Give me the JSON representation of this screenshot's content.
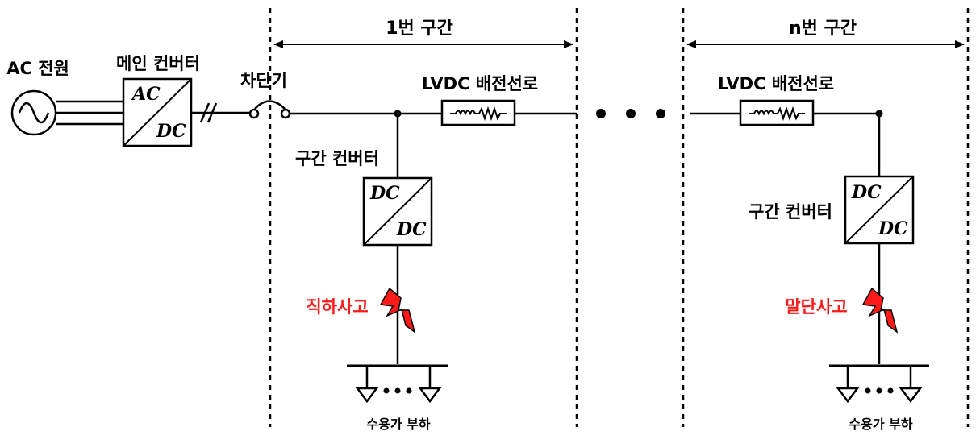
{
  "labels": {
    "ac_source": "AC 전원",
    "main_converter": "메인 컨버터",
    "breaker": "차단기",
    "section1": "1번 구간",
    "section_n": "n번 구간",
    "line": "LVDC 배전선로",
    "section_converter": "구간 컨버터",
    "fault_direct": "직하사고",
    "fault_end": "말단사고",
    "load": "수용가 부하"
  },
  "converter_text": {
    "ac": "AC",
    "dc": "DC"
  },
  "colors": {
    "fault": "#ff1a1a",
    "line": "#000000"
  },
  "icons": [
    "ac-source-icon",
    "breaker-icon",
    "impedance-icon",
    "lightning-icon",
    "ground-icon",
    "arrow-icon"
  ]
}
